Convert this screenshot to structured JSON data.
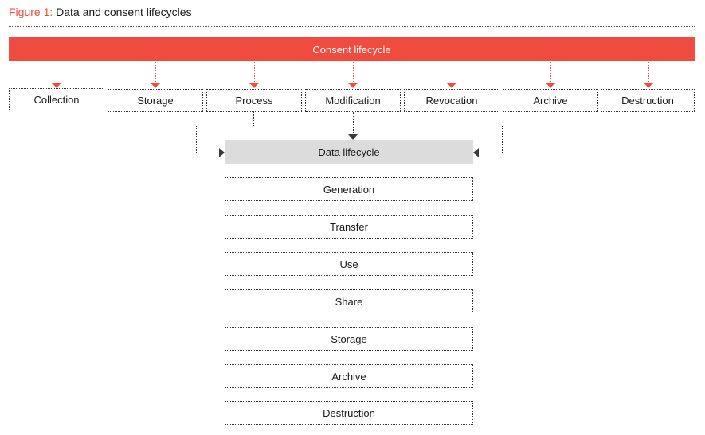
{
  "figure": {
    "label": "Figure 1:",
    "title": "Data and consent lifecycles"
  },
  "colors": {
    "accent": "#ef4b3f",
    "data_header_bg": "#dcdcdd"
  },
  "consent": {
    "title": "Consent lifecycle",
    "stages": [
      "Collection",
      "Storage",
      "Process",
      "Modification",
      "Revocation",
      "Archive",
      "Destruction"
    ]
  },
  "data": {
    "title": "Data lifecycle",
    "stages": [
      "Generation",
      "Transfer",
      "Use",
      "Share",
      "Storage",
      "Archive",
      "Destruction"
    ]
  },
  "connections": [
    {
      "from": "Process",
      "to": "Data lifecycle",
      "side": "left"
    },
    {
      "from": "Modification",
      "to": "Data lifecycle",
      "side": "top"
    },
    {
      "from": "Revocation",
      "to": "Data lifecycle",
      "side": "right"
    }
  ]
}
